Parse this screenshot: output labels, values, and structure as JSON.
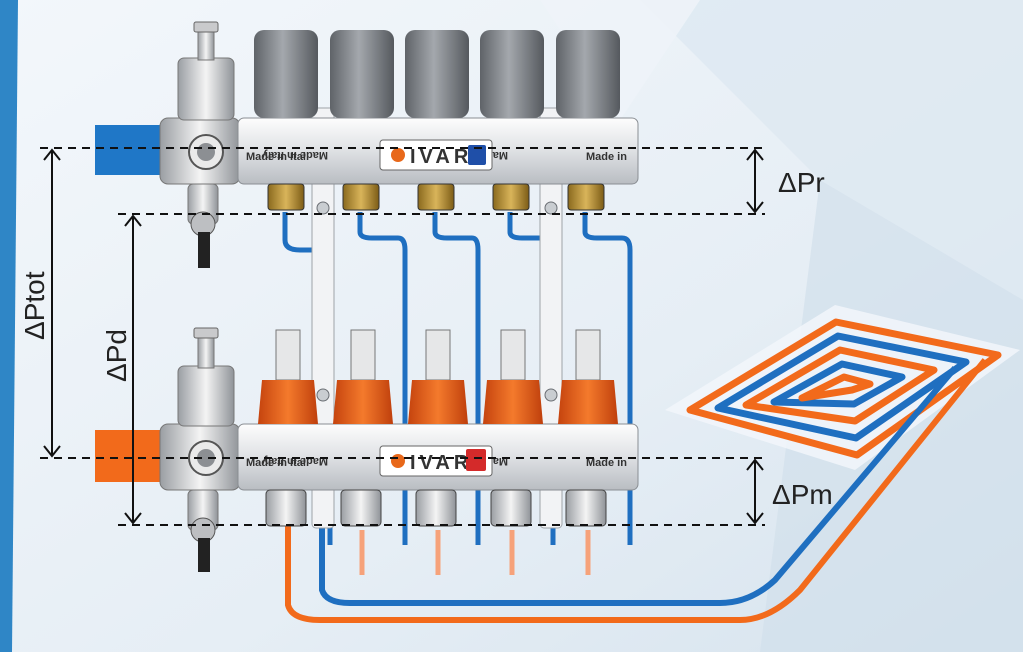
{
  "labels": {
    "delta_return": "ΔPr",
    "delta_total": "ΔPtot",
    "delta_distribution": "ΔPd",
    "delta_manifold": "ΔPm"
  },
  "branding": {
    "brand_name": "IVAR",
    "made_in": "Made in Italy",
    "made_in_cut": "Made in Ital",
    "made_in_end": "Made in"
  },
  "colors": {
    "supply": "#f26a1b",
    "return": "#1f6fc0",
    "pipe_supply_inlet": "#f26a1b",
    "pipe_return_inlet": "#1f77c7",
    "actuator": "#7b7f84",
    "flowmeter": "#e35a1a",
    "background": "#e9f1f7"
  },
  "icons": {
    "air_vent": "air-vent-valve-icon",
    "drain_valve": "drain-valve-icon",
    "actuator": "thermo-actuator-icon",
    "flowmeter": "flowmeter-icon",
    "floor_coil": "floor-heating-coil-icon"
  },
  "counts": {
    "circuits": 5
  }
}
